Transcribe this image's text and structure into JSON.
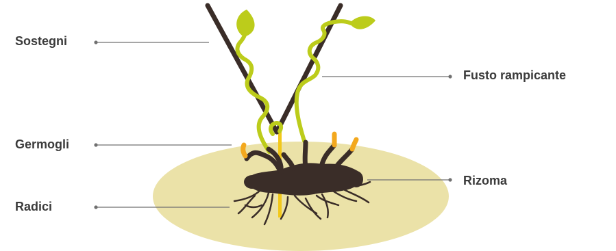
{
  "labels": {
    "sostegni": "Sostegni",
    "fusto_rampicante": "Fusto rampicante",
    "germogli": "Germogli",
    "rizoma": "Rizoma",
    "radici": "Radici"
  },
  "colors": {
    "soil": "#ebe2a8",
    "support": "#3a2d28",
    "rhizome": "#3a2d28",
    "stem": "#bccc1b",
    "shoot": "#f3a81e",
    "pole": "#f2c81a",
    "leader_line": "#707070",
    "text": "#3b3b3b"
  },
  "icons": [
    "leaf-icon"
  ]
}
